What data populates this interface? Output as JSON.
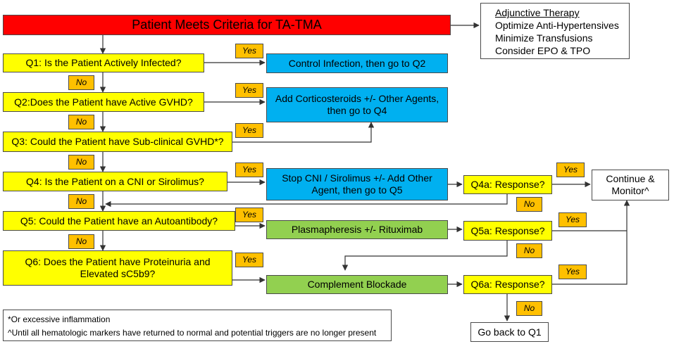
{
  "start": "Patient Meets Criteria for TA-TMA",
  "adjunctive": {
    "title": "Adjunctive Therapy",
    "items": [
      "Optimize Anti-Hypertensives",
      "Minimize Transfusions",
      "Consider EPO & TPO"
    ]
  },
  "questions": {
    "q1": "Q1: Is the Patient Actively Infected?",
    "q2": "Q2:Does the Patient have Active GVHD?",
    "q3": "Q3: Could the Patient have Sub-clinical GVHD*?",
    "q4": "Q4: Is the Patient on a CNI or Sirolimus?",
    "q5": "Q5: Could the Patient have an Autoantibody?",
    "q6": "Q6: Does the Patient have Proteinuria and Elevated sC5b9?"
  },
  "actions": {
    "a1": "Control Infection, then go to Q2",
    "a2": "Add Corticosteroids +/- Other Agents, then go to Q4",
    "a4": "Stop CNI / Sirolimus +/- Add Other Agent, then go to Q5",
    "a5": "Plasmapheresis +/- Rituximab",
    "a6": "Complement Blockade"
  },
  "responses": {
    "r4": "Q4a: Response?",
    "r5": "Q5a: Response?",
    "r6": "Q6a: Response?"
  },
  "outcomes": {
    "continue": "Continue & Monitor^",
    "goback": "Go back to Q1"
  },
  "labels": {
    "yes": "Yes",
    "no": "No"
  },
  "footnotes": [
    "*Or excessive inflammation",
    "^Until all hematologic markers have returned to normal and potential triggers are no longer present"
  ]
}
